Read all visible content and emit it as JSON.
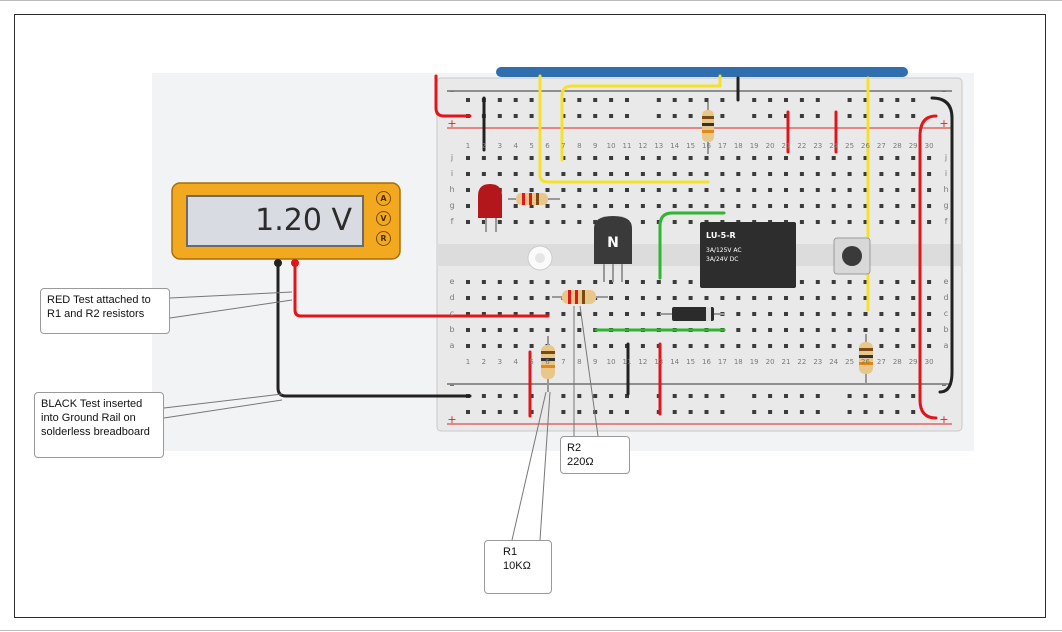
{
  "multimeter": {
    "reading": "1.20 V",
    "buttons": [
      "A",
      "V",
      "R"
    ]
  },
  "breadboard": {
    "column_numbers": [
      "1",
      "2",
      "3",
      "4",
      "5",
      "6",
      "7",
      "8",
      "9",
      "10",
      "11",
      "12",
      "13",
      "14",
      "15",
      "16",
      "17",
      "18",
      "19",
      "20",
      "21",
      "22",
      "23",
      "24",
      "25",
      "26",
      "27",
      "28",
      "29",
      "30"
    ],
    "row_letters_top": [
      "j",
      "i",
      "h",
      "g",
      "f"
    ],
    "row_letters_bottom": [
      "e",
      "d",
      "c",
      "b",
      "a"
    ],
    "rail_plus": "+",
    "rail_minus": "–"
  },
  "components": {
    "transistor_label": "N",
    "relay_title": "LU-5-R",
    "relay_line1": "3A/125V AC",
    "relay_line2": "3A/24V DC"
  },
  "callouts": {
    "red_test": "RED Test attached to\nR1 and R2 resistors",
    "black_test": "BLACK Test inserted\ninto Ground Rail on\nsolderless breadboard",
    "r2": "R2\n220Ω",
    "r1": "R1\n10KΩ"
  },
  "colors": {
    "meter_body": "#f3a91f",
    "wire_red": "#e0161b",
    "wire_black": "#222222",
    "wire_yellow": "#f5e12a",
    "wire_green": "#2fb52f",
    "board": "#e9e9e9",
    "rail_blue": "#2f6fb0"
  }
}
